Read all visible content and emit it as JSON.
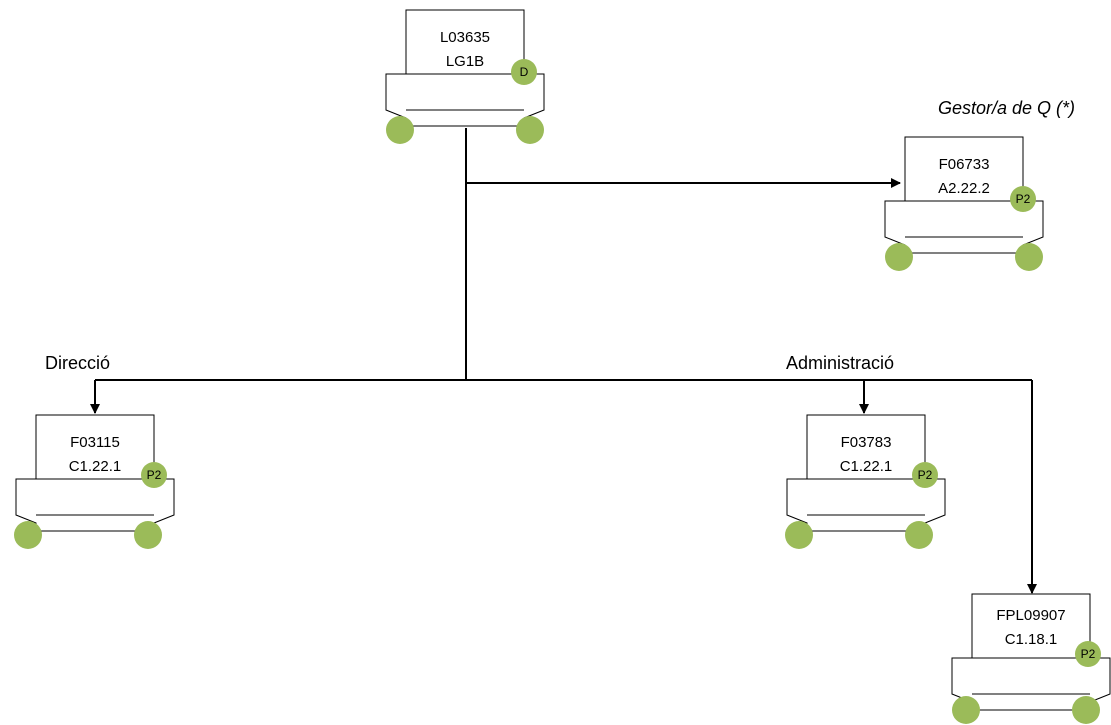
{
  "colors": {
    "badge": "#9bbb59",
    "line": "#000000",
    "box_fill": "#ffffff"
  },
  "labels": {
    "gestor": "Gestor/a de Q (*)",
    "direccio": "Direcció",
    "administracio": "Administració"
  },
  "nodes": {
    "top": {
      "code": "L03635",
      "grade": "LG1B",
      "badge": "D"
    },
    "gestor": {
      "code": "F06733",
      "grade": "A2.22.2",
      "badge": "P2"
    },
    "direccio": {
      "code": "F03115",
      "grade": "C1.22.1",
      "badge": "P2"
    },
    "administracio": {
      "code": "F03783",
      "grade": "C1.22.1",
      "badge": "P2"
    },
    "fpl": {
      "code": "FPL09907",
      "grade": "C1.18.1",
      "badge": "P2"
    }
  }
}
